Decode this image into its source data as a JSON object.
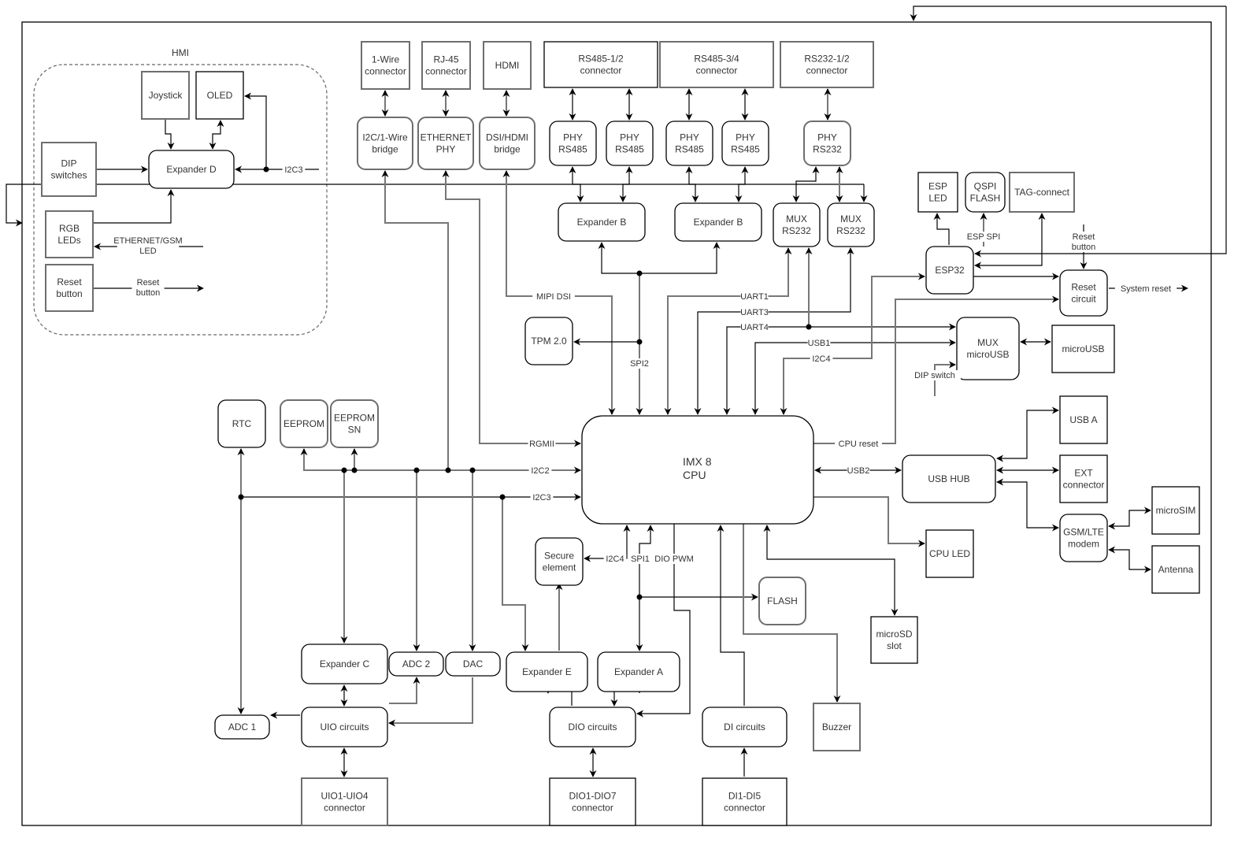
{
  "hmi": {
    "title": "HMI",
    "joystick": [
      "Joystick"
    ],
    "oled": [
      "OLED"
    ],
    "dip_switches": [
      "DIP",
      "switches"
    ],
    "expander_d": [
      "Expander D"
    ],
    "rgb_leds": [
      "RGB",
      "LEDs"
    ],
    "reset_button": [
      "Reset",
      "button"
    ],
    "i2c3_label": "I2C3",
    "eth_gsm_led_label": [
      "ETHERNET/GSM",
      "LED"
    ],
    "reset_button_label": [
      "Reset",
      "button"
    ]
  },
  "top": {
    "onewire_conn": [
      "1-Wire",
      "connector"
    ],
    "rj45_conn": [
      "RJ-45",
      "connector"
    ],
    "hdmi": [
      "HDMI"
    ],
    "rs485_12_conn": [
      "RS485-1/2",
      "connector"
    ],
    "rs485_34_conn": [
      "RS485-3/4",
      "connector"
    ],
    "rs232_12_conn": [
      "RS232-1/2",
      "connector"
    ],
    "i2c_onewire_bridge": [
      "I2C/1-Wire",
      "bridge"
    ],
    "ethernet_phy": [
      "ETHERNET",
      "PHY"
    ],
    "dsi_hdmi_bridge": [
      "DSI/HDMI",
      "bridge"
    ],
    "phy_rs485": [
      "PHY",
      "RS485"
    ],
    "phy_rs232": [
      "PHY",
      "RS232"
    ],
    "expander_b": [
      "Expander B"
    ],
    "mux_rs232": [
      "MUX",
      "RS232"
    ]
  },
  "esp": {
    "esp_led": [
      "ESP",
      "LED"
    ],
    "qspi_flash": [
      "QSPI",
      "FLASH"
    ],
    "tag_connect": [
      "TAG-connect"
    ],
    "esp32": [
      "ESP32"
    ],
    "esp_spi_label": "ESP SPI",
    "reset_button_label": [
      "Reset",
      "button"
    ],
    "reset_circuit": [
      "Reset",
      "circuit"
    ],
    "system_reset_label": "System reset"
  },
  "middle": {
    "tpm": [
      "TPM 2.0"
    ],
    "mipi_dsi_label": "MIPI DSI",
    "spi2_label": "SPI2",
    "uart1_label": "UART1",
    "uart3_label": "UART3",
    "uart4_label": "UART4",
    "usb1_label": "USB1",
    "i2c4_label": "I2C4",
    "mux_microusb": [
      "MUX",
      "microUSB"
    ],
    "microusb": [
      "microUSB"
    ],
    "dip_switch_label": "DIP switch",
    "rgmii_label": "RGMII",
    "i2c2_label": "I2C2",
    "i2c3_label": "I2C3",
    "cpu_reset_label": "CPU reset",
    "usb2_label": "USB2"
  },
  "cpu": {
    "lines": [
      "IMX 8",
      "CPU"
    ]
  },
  "right": {
    "usb_hub": [
      "USB HUB"
    ],
    "usb_a": [
      "USB A"
    ],
    "ext_connector": [
      "EXT",
      "connector"
    ],
    "gsm_modem": [
      "GSM/LTE",
      "modem"
    ],
    "microsim": [
      "microSIM"
    ],
    "antenna": [
      "Antenna"
    ],
    "cpu_led": [
      "CPU LED"
    ],
    "microsd": [
      "microSD",
      "slot"
    ]
  },
  "left": {
    "rtc": [
      "RTC"
    ],
    "eeprom": [
      "EEPROM"
    ],
    "eeprom_sn": [
      "EEPROM",
      "SN"
    ]
  },
  "bottom": {
    "secure_element": [
      "Secure",
      "element"
    ],
    "i2c4_label": "I2C4",
    "spi1_label": "SPI1",
    "dio_pwm_label": "DIO PWM",
    "flash": [
      "FLASH"
    ],
    "expander_c": [
      "Expander C"
    ],
    "adc2": [
      "ADC 2"
    ],
    "dac": [
      "DAC"
    ],
    "expander_e": [
      "Expander E"
    ],
    "expander_a": [
      "Expander A"
    ],
    "adc1": [
      "ADC 1"
    ],
    "uio_circuits": [
      "UIO circuits"
    ],
    "dio_circuits": [
      "DIO circuits"
    ],
    "di_circuits": [
      "DI circuits"
    ],
    "buzzer": [
      "Buzzer"
    ],
    "uio_conn": [
      "UIO1-UIO4",
      "connector"
    ],
    "dio_conn": [
      "DIO1-DIO7",
      "connector"
    ],
    "di_conn": [
      "DI1-DI5",
      "connector"
    ]
  }
}
